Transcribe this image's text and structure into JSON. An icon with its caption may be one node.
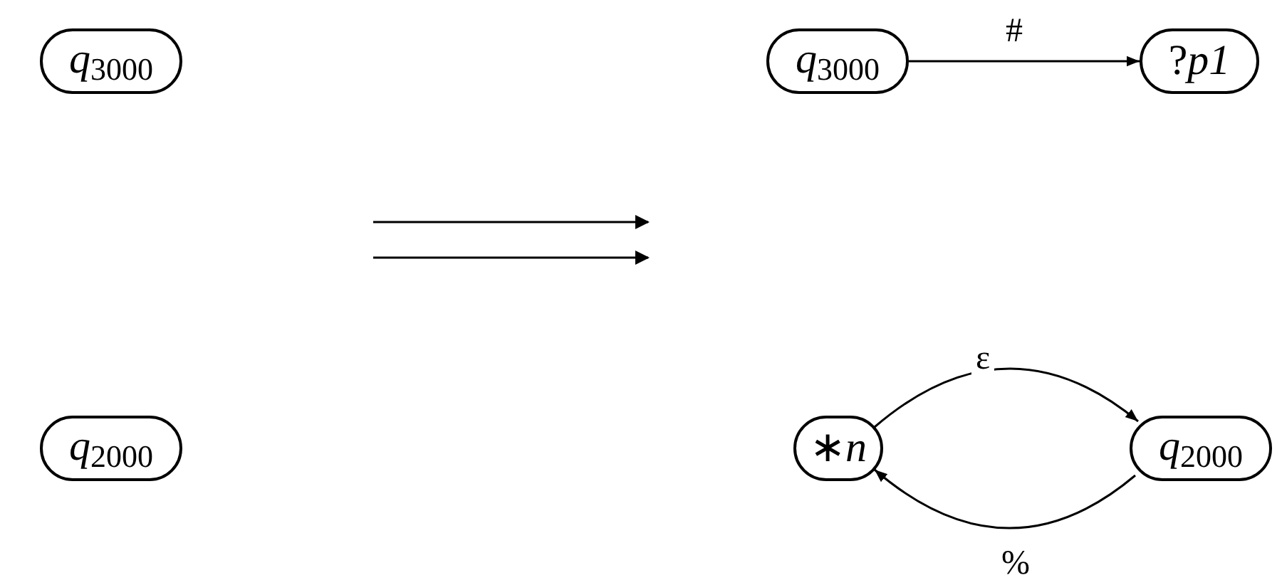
{
  "diagram": {
    "nodes": [
      {
        "text": [
          "*q*$_{3000}$"
        ]
      },
      {
        "text": [
          "*q*$_{2000}$"
        ]
      },
      {
        "text": [
          "*q*$_{3000}$"
        ]
      },
      {
        "text": [
          "?*p1*"
        ]
      },
      {
        "text": [
          "∗*n*"
        ]
      },
      {
        "text": [
          "*q*$_{2000}$"
        ]
      }
    ],
    "edges": [
      {
        "from": 2,
        "to": 3,
        "arrow": "to",
        "label": "#"
      },
      {
        "from": 4,
        "to": 5,
        "arrow": "to",
        "label": "ε"
      },
      {
        "from": 5,
        "to": 4,
        "arrow": "to",
        "label": "%"
      }
    ]
  }
}
